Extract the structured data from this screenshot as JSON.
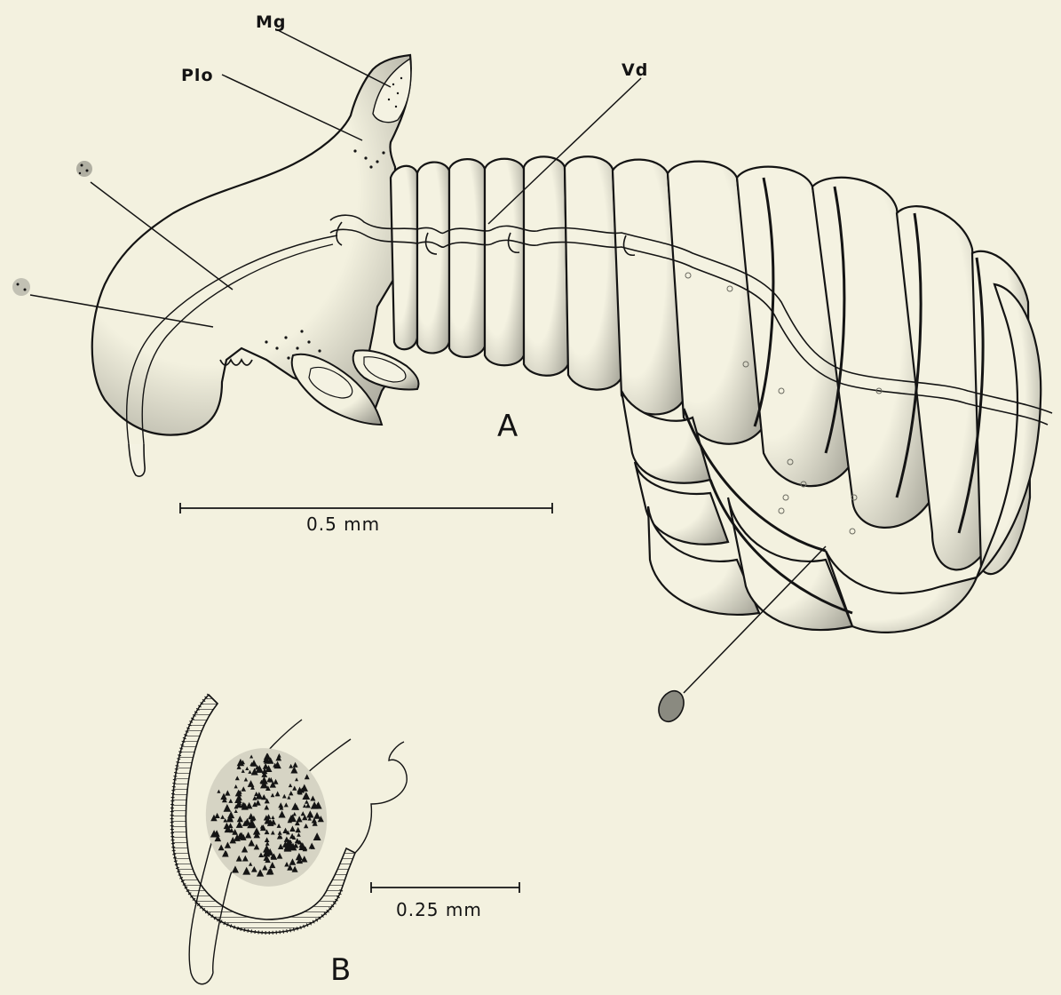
{
  "labels": {
    "mg": "Mg",
    "plo": "Plo",
    "vd": "Vd"
  },
  "panels": {
    "a": "A",
    "b": "B"
  },
  "scale_bars": {
    "a": "0.5 mm",
    "b": "0.25 mm"
  },
  "colors": {
    "paper": "#f3f1df",
    "ink": "#141414",
    "stipple": "#8a8a80",
    "fill": "#ecebda"
  }
}
